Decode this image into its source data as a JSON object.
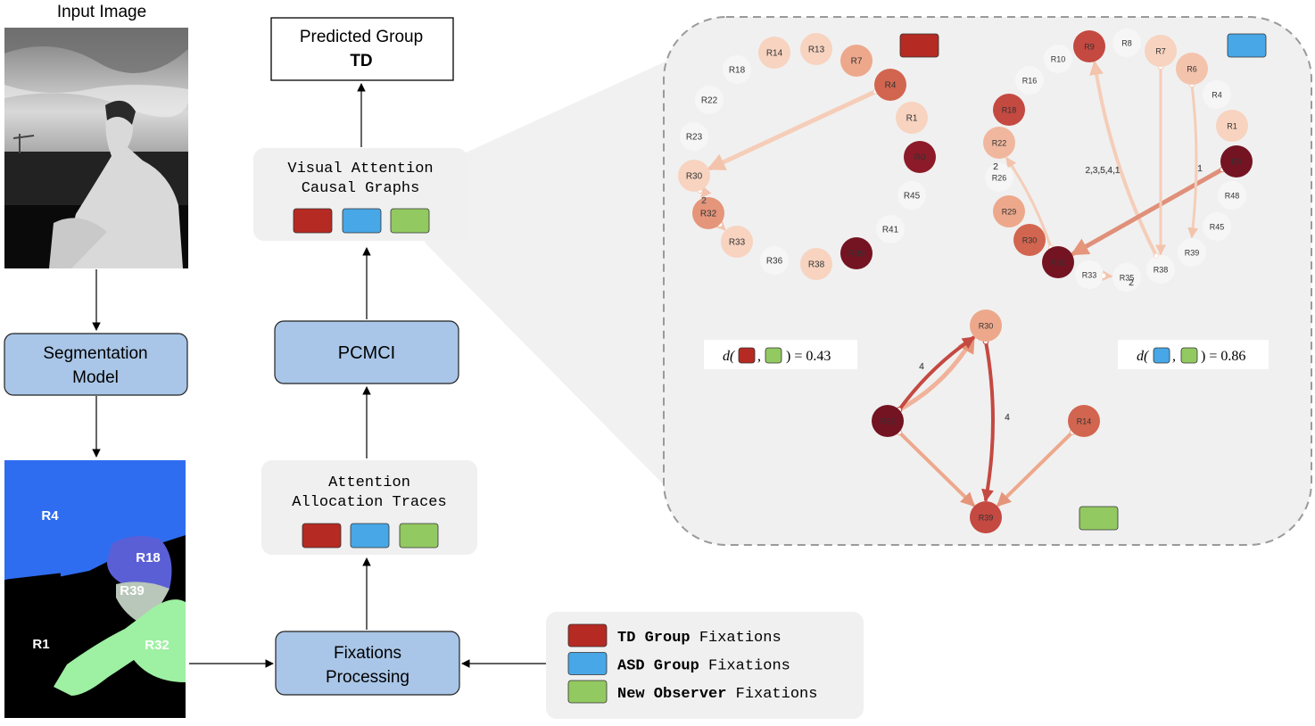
{
  "labels": {
    "input_image": "Input Image",
    "segmentation_model": "Segmentation\nModel",
    "predicted_group": "Predicted Group",
    "predicted_value": "TD",
    "causal_graphs": "Visual Attention\nCausal Graphs",
    "pcmci": "PCMCI",
    "traces": "Attention\nAllocation Traces",
    "fixations_processing": "Fixations\nProcessing"
  },
  "segmentation_labels": [
    "R4",
    "R18",
    "R39",
    "R1",
    "R32"
  ],
  "legend": [
    {
      "bold": "TD Group",
      "rest": " Fixations",
      "color": "#b52a22"
    },
    {
      "bold": "ASD Group",
      "rest": " Fixations",
      "color": "#48a7e6"
    },
    {
      "bold": "New Observer",
      "rest": " Fixations",
      "color": "#93c961"
    }
  ],
  "colors": {
    "td": "#b52a22",
    "asd": "#48a7e6",
    "new": "#93c961",
    "box_blue": "#a9c6e8",
    "panel_grey": "#f0f0f0"
  },
  "distances": [
    {
      "prefix": "d(",
      "mid": ",",
      "suffix": ") = 0.43"
    },
    {
      "prefix": "d(",
      "mid": ",",
      "suffix": ") = 0.86"
    }
  ],
  "graph_td": {
    "nodes": [
      {
        "id": "R14",
        "c": "#f7d3c0"
      },
      {
        "id": "R13",
        "c": "#f7d3c0"
      },
      {
        "id": "R7",
        "c": "#eda88c"
      },
      {
        "id": "R18",
        "c": "none"
      },
      {
        "id": "R4",
        "c": "#d2654f"
      },
      {
        "id": "R22",
        "c": "none"
      },
      {
        "id": "R1",
        "c": "#f7d3c0"
      },
      {
        "id": "R23",
        "c": "none"
      },
      {
        "id": "R0",
        "c": "#8c1a28"
      },
      {
        "id": "R30",
        "c": "#f7d3c0"
      },
      {
        "id": "R45",
        "c": "none"
      },
      {
        "id": "R32",
        "c": "#e5957a"
      },
      {
        "id": "R41",
        "c": "none"
      },
      {
        "id": "R33",
        "c": "#f7d3c0"
      },
      {
        "id": "R36",
        "c": "none"
      },
      {
        "id": "R38",
        "c": "#f7d3c0"
      },
      {
        "id": "R39",
        "c": "#741322"
      }
    ],
    "edge_labels": [
      "2"
    ]
  },
  "graph_asd": {
    "nodes": [
      {
        "id": "R9",
        "c": "#c44941"
      },
      {
        "id": "R8",
        "c": "none"
      },
      {
        "id": "R7",
        "c": "#f7d3c0"
      },
      {
        "id": "R10",
        "c": "none"
      },
      {
        "id": "R6",
        "c": "#f3c3ac"
      },
      {
        "id": "R16",
        "c": "none"
      },
      {
        "id": "R4",
        "c": "none"
      },
      {
        "id": "R18",
        "c": "#c44941"
      },
      {
        "id": "R1",
        "c": "#f7d3c0"
      },
      {
        "id": "R22",
        "c": "#f0b79e"
      },
      {
        "id": "R0",
        "c": "#741322"
      },
      {
        "id": "R26",
        "c": "none"
      },
      {
        "id": "R48",
        "c": "none"
      },
      {
        "id": "R29",
        "c": "#eda88c"
      },
      {
        "id": "R45",
        "c": "none"
      },
      {
        "id": "R30",
        "c": "#d2654f"
      },
      {
        "id": "R39",
        "c": "none"
      },
      {
        "id": "R32",
        "c": "#741322"
      },
      {
        "id": "R38",
        "c": "none"
      },
      {
        "id": "R33",
        "c": "none"
      },
      {
        "id": "R35",
        "c": "none"
      }
    ],
    "edge_labels": [
      "2",
      "2,3,5,4,1",
      "1",
      "2"
    ]
  },
  "graph_new": {
    "nodes": [
      {
        "id": "R30",
        "c": "#eda88c"
      },
      {
        "id": "R32",
        "c": "#741322"
      },
      {
        "id": "R14",
        "c": "#d2654f"
      },
      {
        "id": "R39",
        "c": "#c44941"
      }
    ],
    "edge_labels": [
      "4",
      "4"
    ]
  }
}
